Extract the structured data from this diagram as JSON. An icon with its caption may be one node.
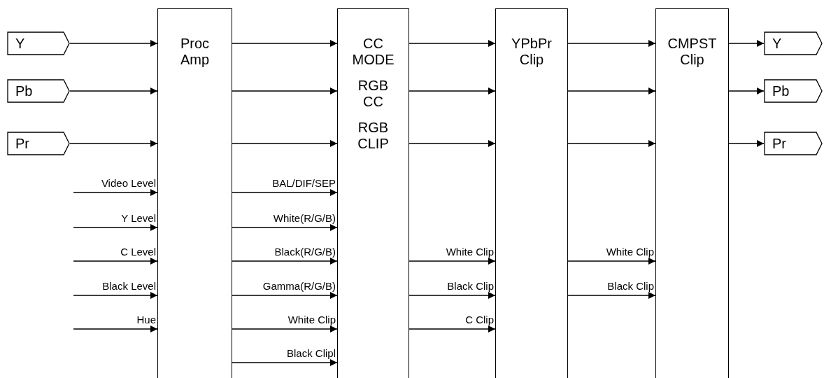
{
  "diagram": {
    "nodes": [
      {
        "text": [
          "Y"
        ]
      },
      {
        "text": [
          "Pb"
        ]
      },
      {
        "text": [
          "Pr"
        ]
      },
      {
        "text": [
          "Proc Amp"
        ]
      },
      {
        "text": [
          "CC MODE",
          "RGB CC",
          "RGB CLIP"
        ]
      },
      {
        "text": [
          "YPbPr Clip"
        ]
      },
      {
        "text": [
          "CMPST Clip"
        ]
      },
      {
        "text": [
          "Y"
        ]
      },
      {
        "text": [
          "Pb"
        ]
      },
      {
        "text": [
          "Pr"
        ]
      }
    ],
    "edges": [
      {
        "from": 0,
        "to": 3,
        "arrow": "to"
      },
      {
        "from": 1,
        "to": 3,
        "arrow": "to"
      },
      {
        "from": 2,
        "to": 3,
        "arrow": "to"
      },
      {
        "from": null,
        "to": 3,
        "arrow": "to",
        "label": "Video Level"
      },
      {
        "from": null,
        "to": 3,
        "arrow": "to",
        "label": "Y Level"
      },
      {
        "from": null,
        "to": 3,
        "arrow": "to",
        "label": "C Level"
      },
      {
        "from": null,
        "to": 3,
        "arrow": "to",
        "label": "Black Level"
      },
      {
        "from": null,
        "to": 3,
        "arrow": "to",
        "label": "Hue"
      },
      {
        "from": 3,
        "to": 4,
        "arrow": "to"
      },
      {
        "from": 3,
        "to": 4,
        "arrow": "to"
      },
      {
        "from": 3,
        "to": 4,
        "arrow": "to"
      },
      {
        "from": 3,
        "to": 4,
        "arrow": "to",
        "label": "BAL/DIF/SEP"
      },
      {
        "from": 3,
        "to": 4,
        "arrow": "to",
        "label": "White(R/G/B)"
      },
      {
        "from": 3,
        "to": 4,
        "arrow": "to",
        "label": "Black(R/G/B)"
      },
      {
        "from": 3,
        "to": 4,
        "arrow": "to",
        "label": "Gamma(R/G/B)"
      },
      {
        "from": 3,
        "to": 4,
        "arrow": "to",
        "label": "White Clip"
      },
      {
        "from": 3,
        "to": 4,
        "arrow": "to",
        "label": "Black Clipl"
      },
      {
        "from": 4,
        "to": 5,
        "arrow": "to"
      },
      {
        "from": 4,
        "to": 5,
        "arrow": "to"
      },
      {
        "from": 4,
        "to": 5,
        "arrow": "to"
      },
      {
        "from": 4,
        "to": 5,
        "arrow": "to",
        "label": "White Clip"
      },
      {
        "from": 4,
        "to": 5,
        "arrow": "to",
        "label": "Black Clip"
      },
      {
        "from": 4,
        "to": 5,
        "arrow": "to",
        "label": "C Clip"
      },
      {
        "from": 5,
        "to": 6,
        "arrow": "to"
      },
      {
        "from": 5,
        "to": 6,
        "arrow": "to"
      },
      {
        "from": 5,
        "to": 6,
        "arrow": "to"
      },
      {
        "from": 5,
        "to": 6,
        "arrow": "to",
        "label": "White Clip"
      },
      {
        "from": 5,
        "to": 6,
        "arrow": "to",
        "label": "Black Clip"
      },
      {
        "from": 6,
        "to": 7,
        "arrow": "to"
      },
      {
        "from": 6,
        "to": 8,
        "arrow": "to"
      },
      {
        "from": 6,
        "to": 9,
        "arrow": "to"
      }
    ]
  }
}
